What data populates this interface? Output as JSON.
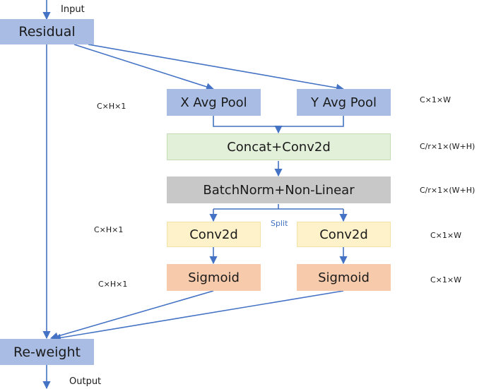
{
  "io": {
    "input": "Input",
    "output": "Output",
    "split": "Split"
  },
  "blocks": {
    "residual": "Residual",
    "x_avg_pool": "X Avg Pool",
    "y_avg_pool": "Y Avg Pool",
    "concat_conv": "Concat+Conv2d",
    "batchnorm": "BatchNorm+Non-Linear",
    "conv_left": "Conv2d",
    "conv_right": "Conv2d",
    "sigmoid_left": "Sigmoid",
    "sigmoid_right": "Sigmoid",
    "reweight": "Re-weight"
  },
  "dims": {
    "x_pool": "C×H×1",
    "y_pool": "C×1×W",
    "concat": "C/r×1×(W+H)",
    "batchnorm": "C/r×1×(W+H)",
    "conv_left": "C×H×1",
    "conv_right": "C×1×W",
    "sigmoid_left": "C×H×1",
    "sigmoid_right": "C×1×W"
  },
  "colors": {
    "blue_box": "#a9bde4",
    "green_box": "#e2efd9",
    "gray_box": "#c8c8c8",
    "yellow_box": "#fef2cb",
    "orange_box": "#f7caac",
    "arrow": "#4472c4",
    "split_text": "#4472c4"
  }
}
